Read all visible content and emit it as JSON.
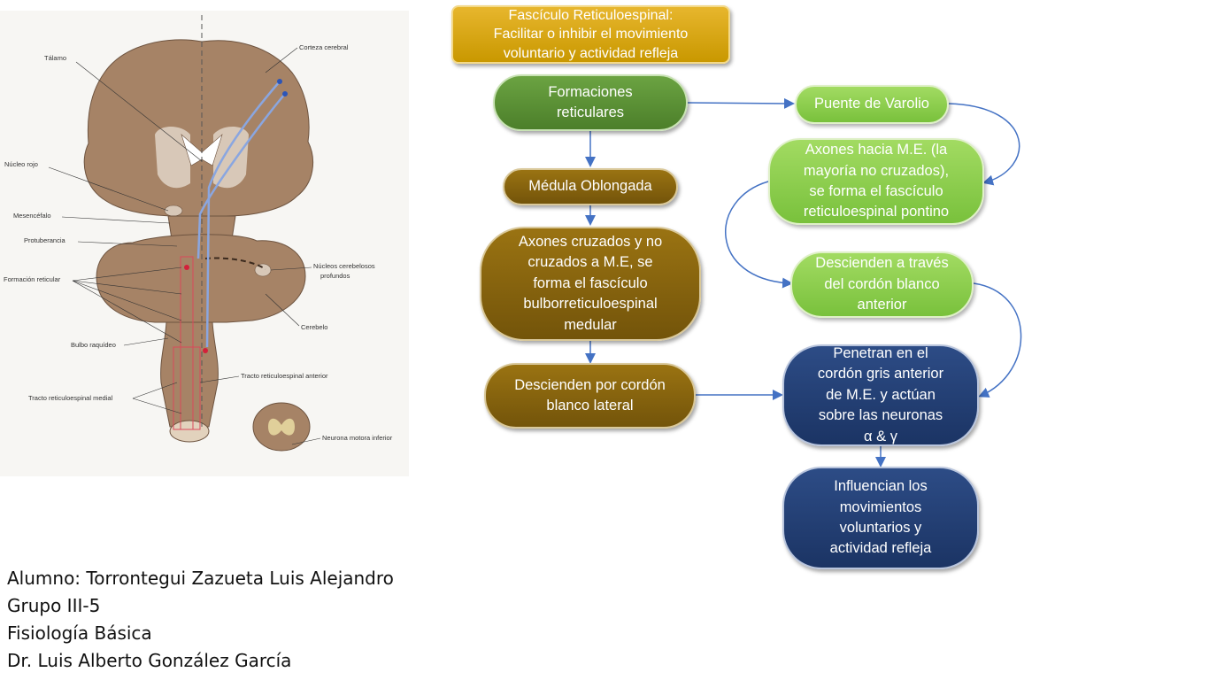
{
  "figure": {
    "labels": {
      "talamo": "Tálamo",
      "corteza": "Corteza cerebral",
      "nucleo_rojo": "Núcleo rojo",
      "mesencefalo": "Mesencéfalo",
      "protuberancia": "Protuberancia",
      "formacion_reticular": "Formación reticular",
      "nucleos_cerebelosos_1": "Núcleos cerebelosos",
      "nucleos_cerebelosos_2": "profundos",
      "cerebelo": "Cerebelo",
      "bulbo": "Bulbo raquídeo",
      "tracto_anterior": "Tracto reticuloespinal anterior",
      "tracto_medial": "Tracto reticuloespinal medial",
      "neurona_motora": "Neurona motora inferior"
    }
  },
  "flow": {
    "title": "Fascículo Reticuloespinal:\nFacilitar o inhibir el movimiento\nvoluntario y actividad refleja",
    "formaciones": "Formaciones\nreticulares",
    "medula": "Médula Oblongada",
    "axones_cruzados": "Axones cruzados y no\ncruzados a M.E, se\nforma el fascículo\nbulborreticuloespinal\nmedular",
    "descienden_lateral": "Descienden por cordón\nblanco lateral",
    "puente": "Puente de Varolio",
    "axones_hacia": "Axones hacia M.E. (la\nmayoría no cruzados),\nse forma el fascículo\nreticuloespinal pontino",
    "descienden_anterior": "Descienden a través\ndel cordón blanco\nanterior",
    "penetran": "Penetran en el\ncordón gris anterior\nde M.E. y actúan\nsobre las neuronas\nα & γ",
    "influencian": "Influencian los\nmovimientos\nvoluntarios y\nactividad refleja"
  },
  "footer": {
    "alumno": "Alumno: Torrontegui Zazueta Luis Alejandro",
    "grupo": "Grupo III-5",
    "materia": "Fisiología Básica",
    "profesor": "Dr. Luis Alberto González García"
  },
  "colors": {
    "gold": "#d7a60f",
    "dark_green": "#5b8f35",
    "olive": "#86640e",
    "light_green": "#8ccf4d",
    "navy": "#223f75",
    "arrow": "#4472c4",
    "tissue": "#a68366"
  }
}
